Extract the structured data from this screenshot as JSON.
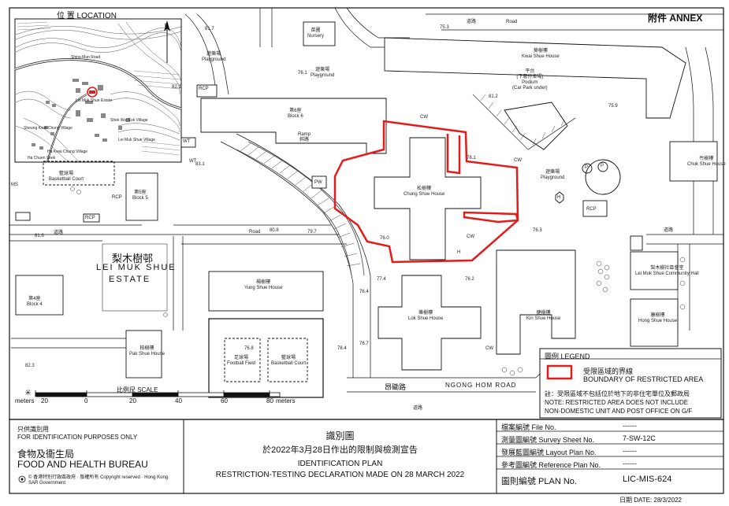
{
  "annex": "附件 ANNEX",
  "location": {
    "title": "位 置 LOCATION",
    "places": [
      "Shing Mun Road",
      "Lei Muk Shue Estate",
      "Shek Wai Kok Village",
      "Sheung Kwai Chung Village",
      "Ha Kwai Chung Village",
      "Lei Muk Shue Village",
      "Ha Chuen Shek"
    ]
  },
  "estate": {
    "zh": "梨木樹邨",
    "en1": "LEI MUK SHUE",
    "en2": "ESTATE"
  },
  "roads": {
    "ngong_hom_zh": "昂磡路",
    "ngong_hom_en": "NGONG HOM ROAD",
    "road_zh": "道路",
    "road_en": "Road",
    "ramp_zh": "斜路",
    "ramp_en": "Ramp"
  },
  "buildings": [
    {
      "zh": "第6座",
      "en": "Block 6"
    },
    {
      "zh": "第5座",
      "en": "Block 5"
    },
    {
      "zh": "第4座",
      "en": "Block 4"
    },
    {
      "zh": "松樹樓",
      "en": "Chung Shue House"
    },
    {
      "zh": "葵樹樓",
      "en": "Kwai Shue House"
    },
    {
      "zh": "楊樹樓",
      "en": "Yung Shue House"
    },
    {
      "zh": "柏樹樓",
      "en": "Pak Shue House"
    },
    {
      "zh": "樂樹樓",
      "en": "Lok Shue House"
    },
    {
      "zh": "健樹樓",
      "en": "Kin Shue House"
    },
    {
      "zh": "竹樹樓",
      "en": "Chuk Shue House"
    },
    {
      "zh": "康樹樓",
      "en": "Hong Shue House"
    },
    {
      "zh": "梨木樹社區會堂",
      "en": "Lei Muk Shue Community Hall"
    },
    {
      "zh": "苗圃",
      "en": "Nursery"
    }
  ],
  "facilities": [
    {
      "zh": "遊樂場",
      "en": "Playground"
    },
    {
      "zh": "籃球場",
      "en": "Basketball Court"
    },
    {
      "zh": "足球場",
      "en": "Football Field"
    },
    {
      "zh": "平台",
      "en": "Podium"
    },
    {
      "zh": "(下層停車場)",
      "en": "(Car Park under)"
    }
  ],
  "small_labels": [
    "RCP",
    "WT",
    "PW",
    "CW",
    "P",
    "H",
    "MS"
  ],
  "spot_heights": [
    "81.7",
    "82.1",
    "83.1",
    "81.2",
    "76.1",
    "78.1",
    "80.8",
    "79.7",
    "77.4",
    "76.4",
    "76.7",
    "76.2",
    "76.3",
    "76.8",
    "76.0",
    "75.3",
    "78.4",
    "82.3",
    "81.6",
    "75.9"
  ],
  "scale": {
    "title": "比例尺 SCALE",
    "unit_zh": "米",
    "unit_en": "meters",
    "ticks": [
      "20",
      "0",
      "20",
      "40",
      "60",
      "80"
    ],
    "unit_en2": "meters"
  },
  "legend": {
    "title": "圖例 LEGEND",
    "zh": "受限區域的界線",
    "en": "BOUNDARY OF RESTRICTED AREA",
    "note_zh": "註：受限區域不包括位於地下的非住宅單位及郵政局",
    "note_en1": "NOTE: RESTRICTED AREA DOES NOT INCLUDE",
    "note_en2": "NON-DOMESTIC UNIT AND POST OFFICE ON G/F",
    "boundary_color": "#e31b1b"
  },
  "footer": {
    "ident_zh": "只供識別用",
    "ident_en": "FOR IDENTIFICATION PURPOSES ONLY",
    "dept_zh": "食物及衞生局",
    "dept_en": "FOOD AND HEALTH BUREAU",
    "copyright": "© 香港特別行政區政府 · 版權所有 Copyright reserved · Hong Kong SAR Government",
    "plan_zh": "識別圖",
    "plan_zh2": "於2022年3月28日作出的限制與檢測宣告",
    "plan_en": "IDENTIFICATION PLAN",
    "plan_en2": "RESTRICTION-TESTING DECLARATION MADE ON 28 MARCH 2022",
    "file_label": "檔案編號  File  No.",
    "file_value": "------",
    "survey_label": "測量圖編號  Survey  Sheet  No.",
    "survey_value": "7-SW-12C",
    "layout_label": "發展藍圖編號  Layout  Plan  No.",
    "layout_value": "------",
    "ref_label": "參考圖編號  Reference  Plan  No.",
    "ref_value": "------",
    "planno_label": "圖則編號  PLAN  No.",
    "planno_value": "LIC-MIS-624",
    "date": "日期   DATE:  28/3/2022"
  }
}
